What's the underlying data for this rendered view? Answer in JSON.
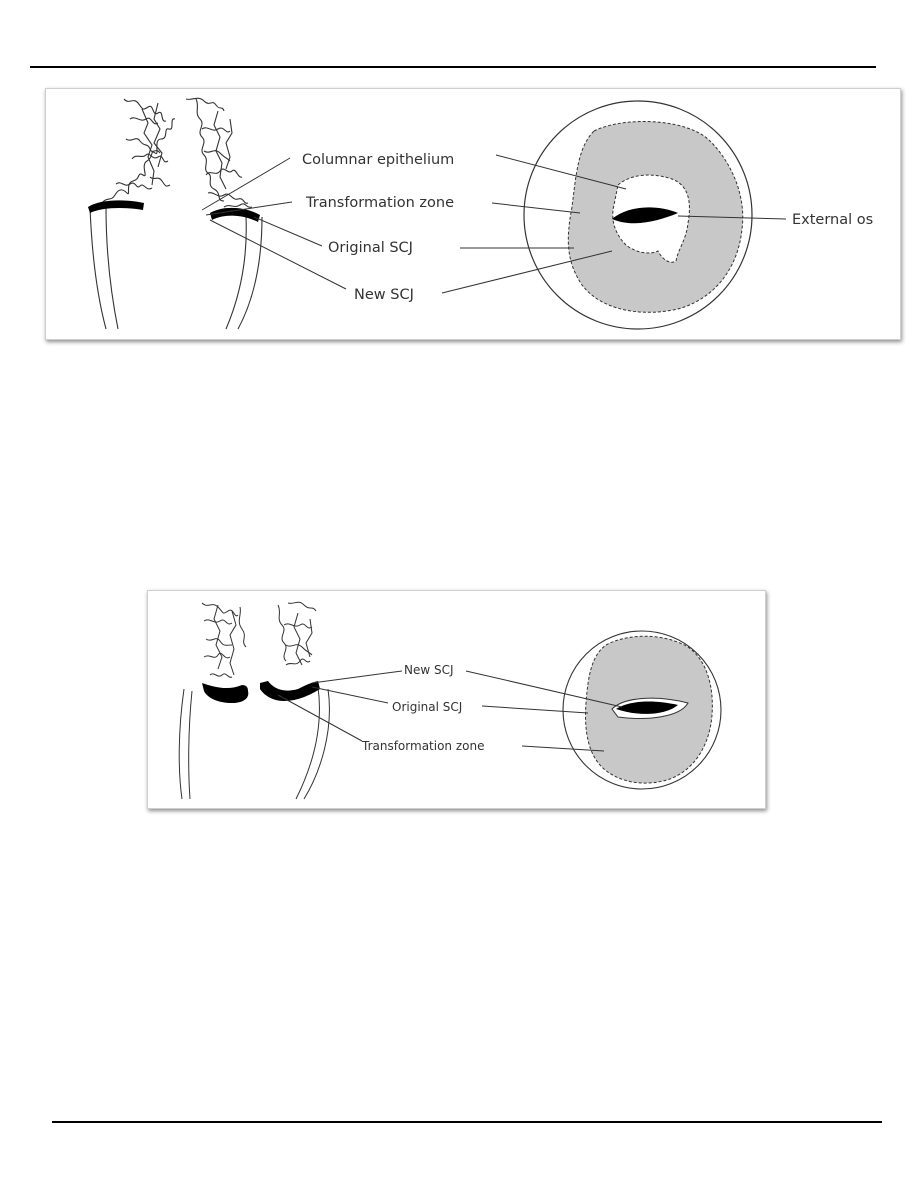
{
  "figure_top": {
    "labels": {
      "columnar_epithelium": "Columnar epithelium",
      "transformation_zone": "Transformation zone",
      "original_scj": "Original SCJ",
      "new_scj": "New SCJ",
      "external_os": "External os"
    },
    "colors": {
      "zone_fill": "#c8c8c8",
      "line": "#333333"
    }
  },
  "figure_bottom": {
    "labels": {
      "new_scj": "New SCJ",
      "original_scj": "Original SCJ",
      "transformation_zone": "Transformation zone"
    },
    "colors": {
      "zone_fill": "#c8c8c8",
      "line": "#333333"
    }
  }
}
